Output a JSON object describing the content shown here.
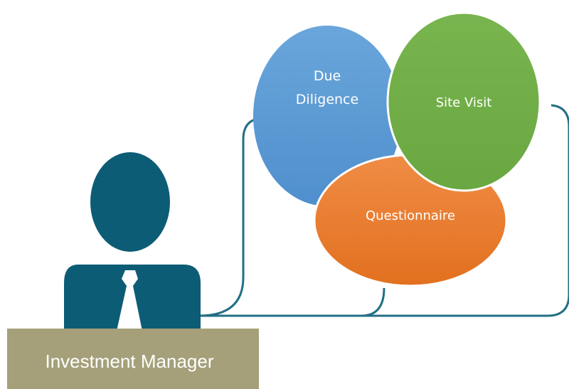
{
  "nodes": {
    "due_diligence": {
      "line1": "Due",
      "line2": "Diligence",
      "color": "#5b9bd5"
    },
    "site_visit": {
      "label": "Site Visit",
      "color": "#70ad47"
    },
    "questionnaire": {
      "label": "Questionnaire",
      "color": "#ed7d31"
    }
  },
  "person": {
    "color": "#0d5c75",
    "tie_color": "#ffffff"
  },
  "nameplate": {
    "label": "Investment Manager",
    "color": "#a5a07a"
  },
  "connector_color": "#236f84"
}
